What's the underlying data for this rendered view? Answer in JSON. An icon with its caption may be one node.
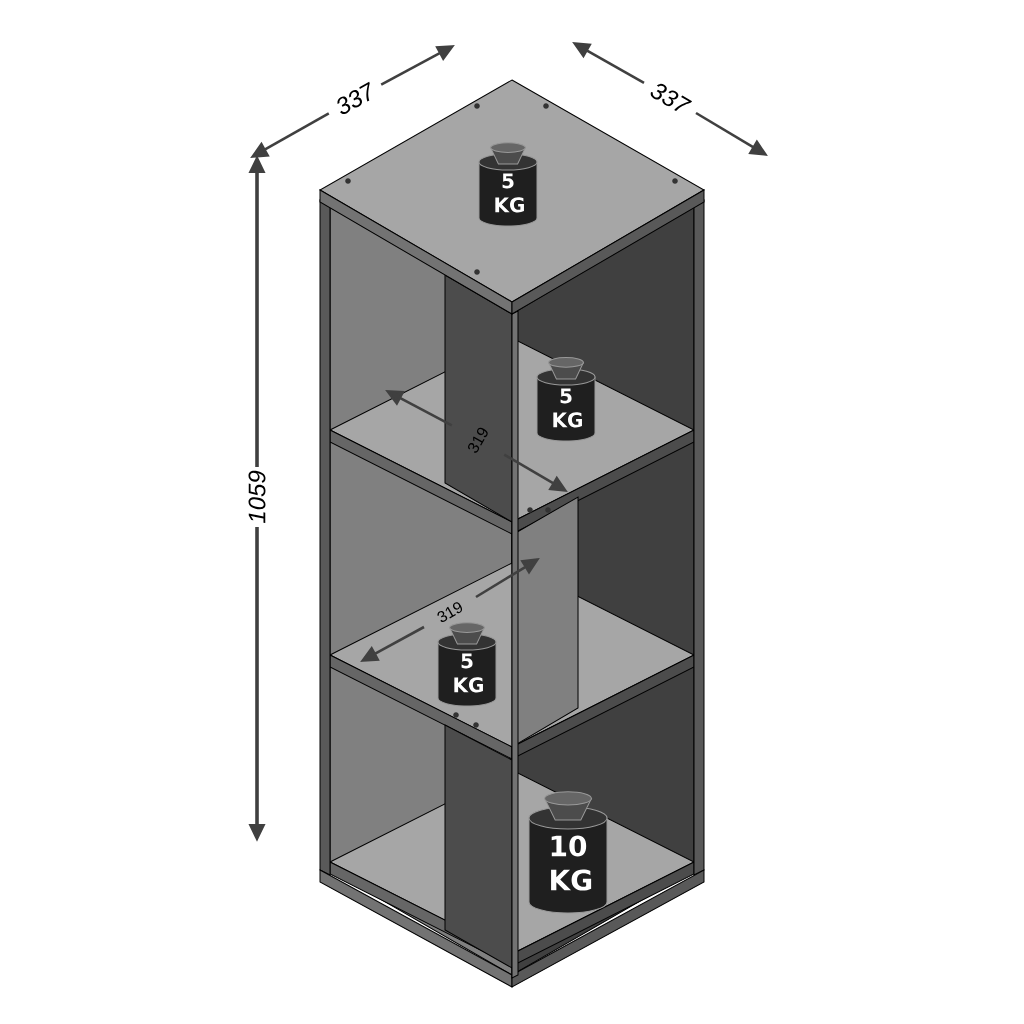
{
  "diagram": {
    "nodes": [
      {
        "text": [
          "5 KG"
        ]
      },
      {
        "text": [
          "5 KG"
        ]
      },
      {
        "text": [
          "5 KG"
        ]
      },
      {
        "text": [
          "10 KG"
        ]
      }
    ],
    "labels": [
      "337",
      "337",
      "1059",
      "319",
      "319"
    ]
  }
}
